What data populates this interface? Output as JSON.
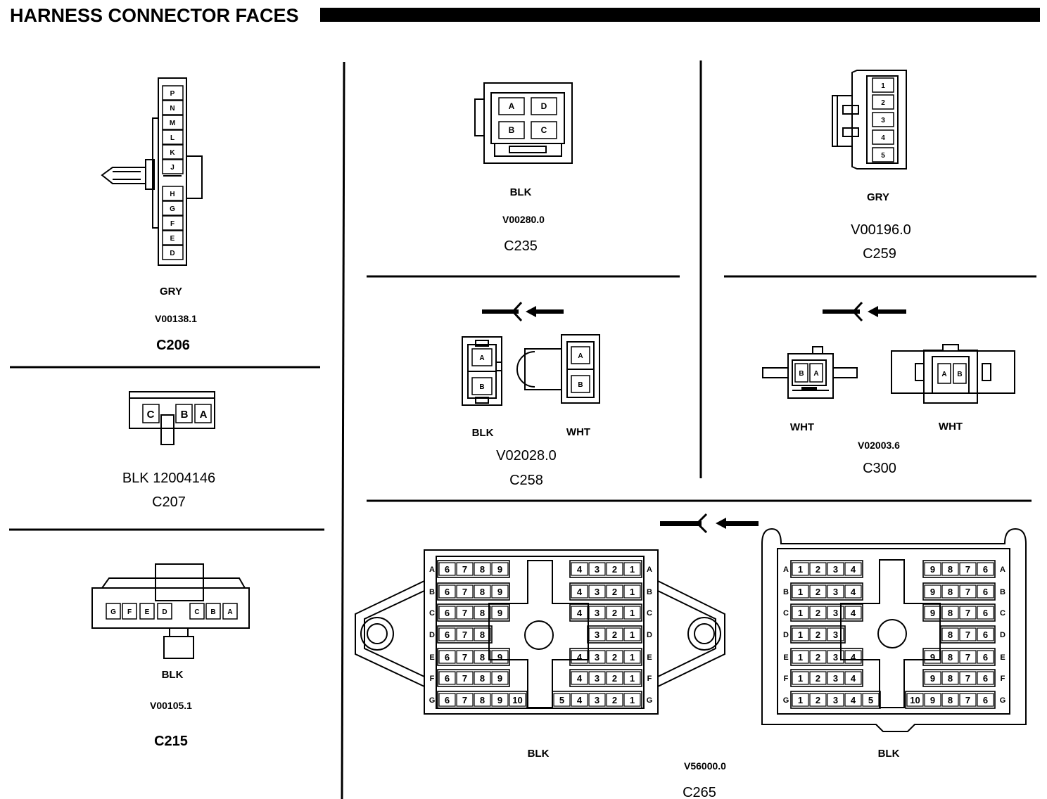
{
  "page_title": "HARNESS CONNECTOR FACES",
  "connectors": {
    "c206": {
      "color": "GRY",
      "part": "V00138.1",
      "id": "C206",
      "pins_top": [
        "P",
        "N",
        "M",
        "L",
        "K",
        "J"
      ],
      "pins_bottom": [
        "H",
        "G",
        "F",
        "E",
        "D"
      ]
    },
    "c207": {
      "color_part": "BLK 12004146",
      "id": "C207",
      "pins": [
        "C",
        "B",
        "A"
      ]
    },
    "c215": {
      "color": "BLK",
      "part": "V00105.1",
      "id": "C215",
      "pins": [
        "G",
        "F",
        "E",
        "D",
        "C",
        "B",
        "A"
      ]
    },
    "c235": {
      "color": "BLK",
      "part": "V00280.0",
      "id": "C235",
      "pins": [
        "A",
        "D",
        "B",
        "C"
      ]
    },
    "c259": {
      "color": "GRY",
      "part": "V00196.0",
      "id": "C259",
      "pins": [
        "1",
        "2",
        "3",
        "4",
        "5"
      ]
    },
    "c258": {
      "color_left": "BLK",
      "color_right": "WHT",
      "part": "V02028.0",
      "id": "C258",
      "pins": [
        "A",
        "B"
      ]
    },
    "c300": {
      "color_left": "WHT",
      "color_right": "WHT",
      "part": "V02003.6",
      "id": "C300",
      "pins": [
        "B",
        "A"
      ]
    },
    "c265": {
      "color_left": "BLK",
      "color_right": "BLK",
      "part": "V56000.0",
      "id": "C265",
      "row_letters": [
        "A",
        "B",
        "C",
        "D",
        "E",
        "F",
        "G"
      ],
      "left_rows_left": [
        [
          "6",
          "7",
          "8",
          "9"
        ],
        [
          "6",
          "7",
          "8",
          "9"
        ],
        [
          "6",
          "7",
          "8",
          "9"
        ],
        [
          "6",
          "7",
          "8"
        ],
        [
          "6",
          "7",
          "8",
          "9"
        ],
        [
          "6",
          "7",
          "8",
          "9"
        ],
        [
          "6",
          "7",
          "8",
          "9",
          "10"
        ]
      ],
      "left_rows_right": [
        [
          "4",
          "3",
          "2",
          "1"
        ],
        [
          "4",
          "3",
          "2",
          "1"
        ],
        [
          "4",
          "3",
          "2",
          "1"
        ],
        [
          "3",
          "2",
          "1"
        ],
        [
          "4",
          "3",
          "2",
          "1"
        ],
        [
          "4",
          "3",
          "2",
          "1"
        ],
        [
          "5",
          "4",
          "3",
          "2",
          "1"
        ]
      ],
      "right_rows_left": [
        [
          "1",
          "2",
          "3",
          "4"
        ],
        [
          "1",
          "2",
          "3",
          "4"
        ],
        [
          "1",
          "2",
          "3",
          "4"
        ],
        [
          "1",
          "2",
          "3"
        ],
        [
          "1",
          "2",
          "3",
          "4"
        ],
        [
          "1",
          "2",
          "3",
          "4"
        ],
        [
          "1",
          "2",
          "3",
          "4",
          "5"
        ]
      ],
      "right_rows_right": [
        [
          "9",
          "8",
          "7",
          "6"
        ],
        [
          "9",
          "8",
          "7",
          "6"
        ],
        [
          "9",
          "8",
          "7",
          "6"
        ],
        [
          "8",
          "7",
          "6"
        ],
        [
          "9",
          "8",
          "7",
          "6"
        ],
        [
          "9",
          "8",
          "7",
          "6"
        ],
        [
          "10",
          "9",
          "8",
          "7",
          "6"
        ]
      ]
    }
  }
}
